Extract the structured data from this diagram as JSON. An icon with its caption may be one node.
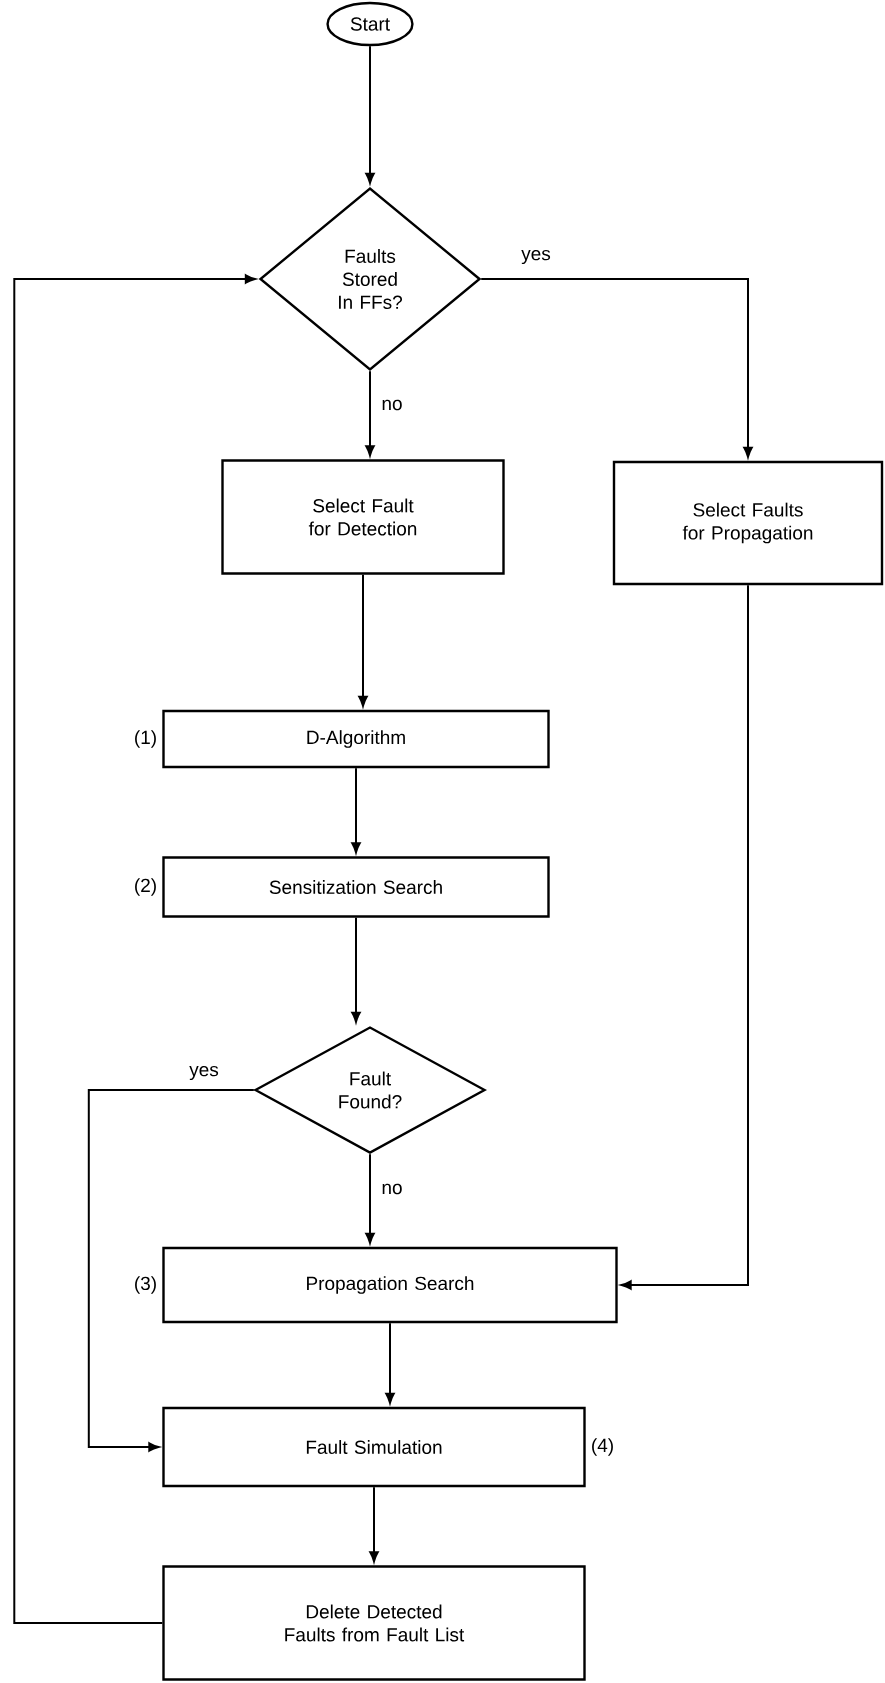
{
  "diagram": {
    "nodes": [
      {
        "text": [
          "Start"
        ]
      },
      {
        "text": [
          "Faults Stored In FFs?"
        ]
      },
      {
        "text": [
          "Select Fault for Detection"
        ]
      },
      {
        "text": [
          "Select Faults for Propagation"
        ]
      },
      {
        "text": [
          "D-Algorithm"
        ],
        "beside": [
          "(1)"
        ]
      },
      {
        "text": [
          "Sensitization Search"
        ],
        "beside": [
          "(2)"
        ]
      },
      {
        "text": [
          "Fault Found?"
        ]
      },
      {
        "text": [
          "Propagation Search"
        ],
        "beside": [
          "(3)"
        ]
      },
      {
        "text": [
          "Fault Simulation"
        ],
        "beside": [
          "(4)"
        ]
      },
      {
        "text": [
          "Delete Detected Faults from Fault List"
        ]
      }
    ],
    "edges": [
      {
        "from": 0,
        "to": 1,
        "arrow": "to"
      },
      {
        "from": 1,
        "to": 2,
        "arrow": "to",
        "label": "no"
      },
      {
        "from": 1,
        "to": 3,
        "arrow": "to",
        "label": "yes"
      },
      {
        "from": 2,
        "to": 4,
        "arrow": "to"
      },
      {
        "from": 4,
        "to": 5,
        "arrow": "to"
      },
      {
        "from": 5,
        "to": 6,
        "arrow": "to"
      },
      {
        "from": 6,
        "to": 7,
        "arrow": "to",
        "label": "no"
      },
      {
        "from": 6,
        "to": 8,
        "arrow": "to",
        "label": "yes"
      },
      {
        "from": 3,
        "to": 7,
        "arrow": "to"
      },
      {
        "from": 7,
        "to": 8,
        "arrow": "to"
      },
      {
        "from": 8,
        "to": 9,
        "arrow": "to"
      },
      {
        "from": 9,
        "to": 1,
        "arrow": "to"
      }
    ]
  }
}
